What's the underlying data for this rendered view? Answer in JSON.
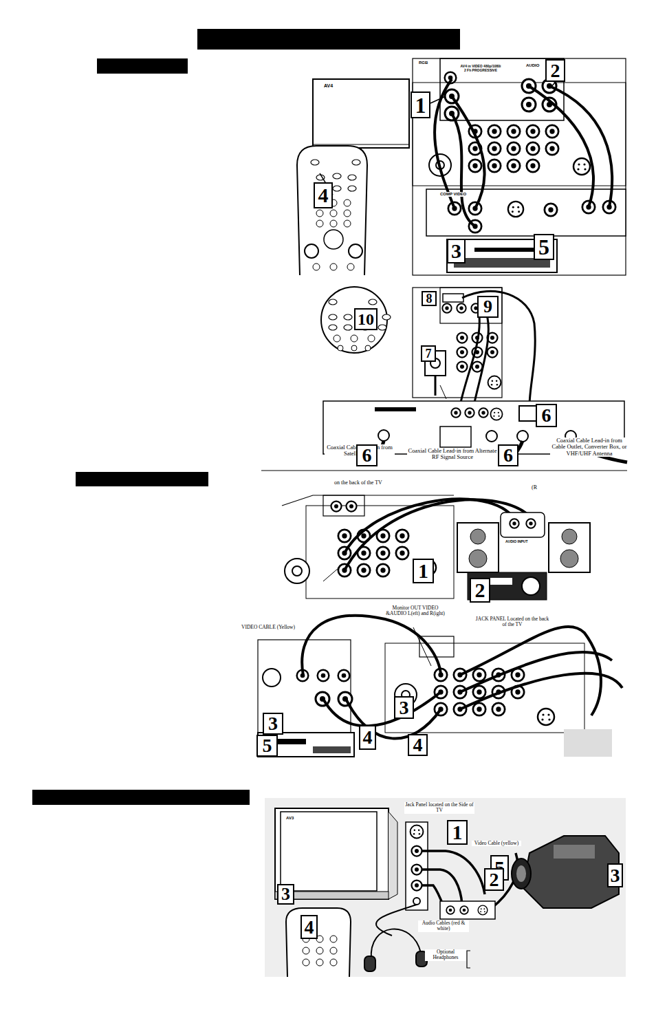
{
  "diagram": {
    "labels": [
      "AV4",
      "1",
      "2",
      "4",
      "3",
      "5",
      "RGB",
      "AV4 in VIDEO 480p/1080i 2 Fh PROGRESSIVE",
      "AUDIO",
      "COMP VIDEO",
      "8",
      "10",
      "9",
      "7",
      "6",
      "Coaxial Cable Lead-in from Satellite Dish",
      "6",
      "Coaxial Cable Lead-in from Alternate RF Signal Source",
      "6",
      "Coaxial Cable Lead-in from Cable Outlet, Converter Box, or VHF/UHF Antenna",
      "on the back of the TV",
      "(R",
      "1",
      "2",
      "AUDIO INPUT",
      "Monitor OUT VIDEO &AUDIO L(eft) and R(ight)",
      "JACK PANEL Located on the back of the TV",
      "VIDEO CABLE (Yellow)",
      "3",
      "3",
      "5",
      "4",
      "4",
      "AV3",
      "Jack Panel located on the Side of TV",
      "1",
      "Video Cable (yellow)",
      "5",
      "3",
      "2",
      "Audio Cables (red & white)",
      "3",
      "4",
      "Optional Headphones"
    ]
  }
}
